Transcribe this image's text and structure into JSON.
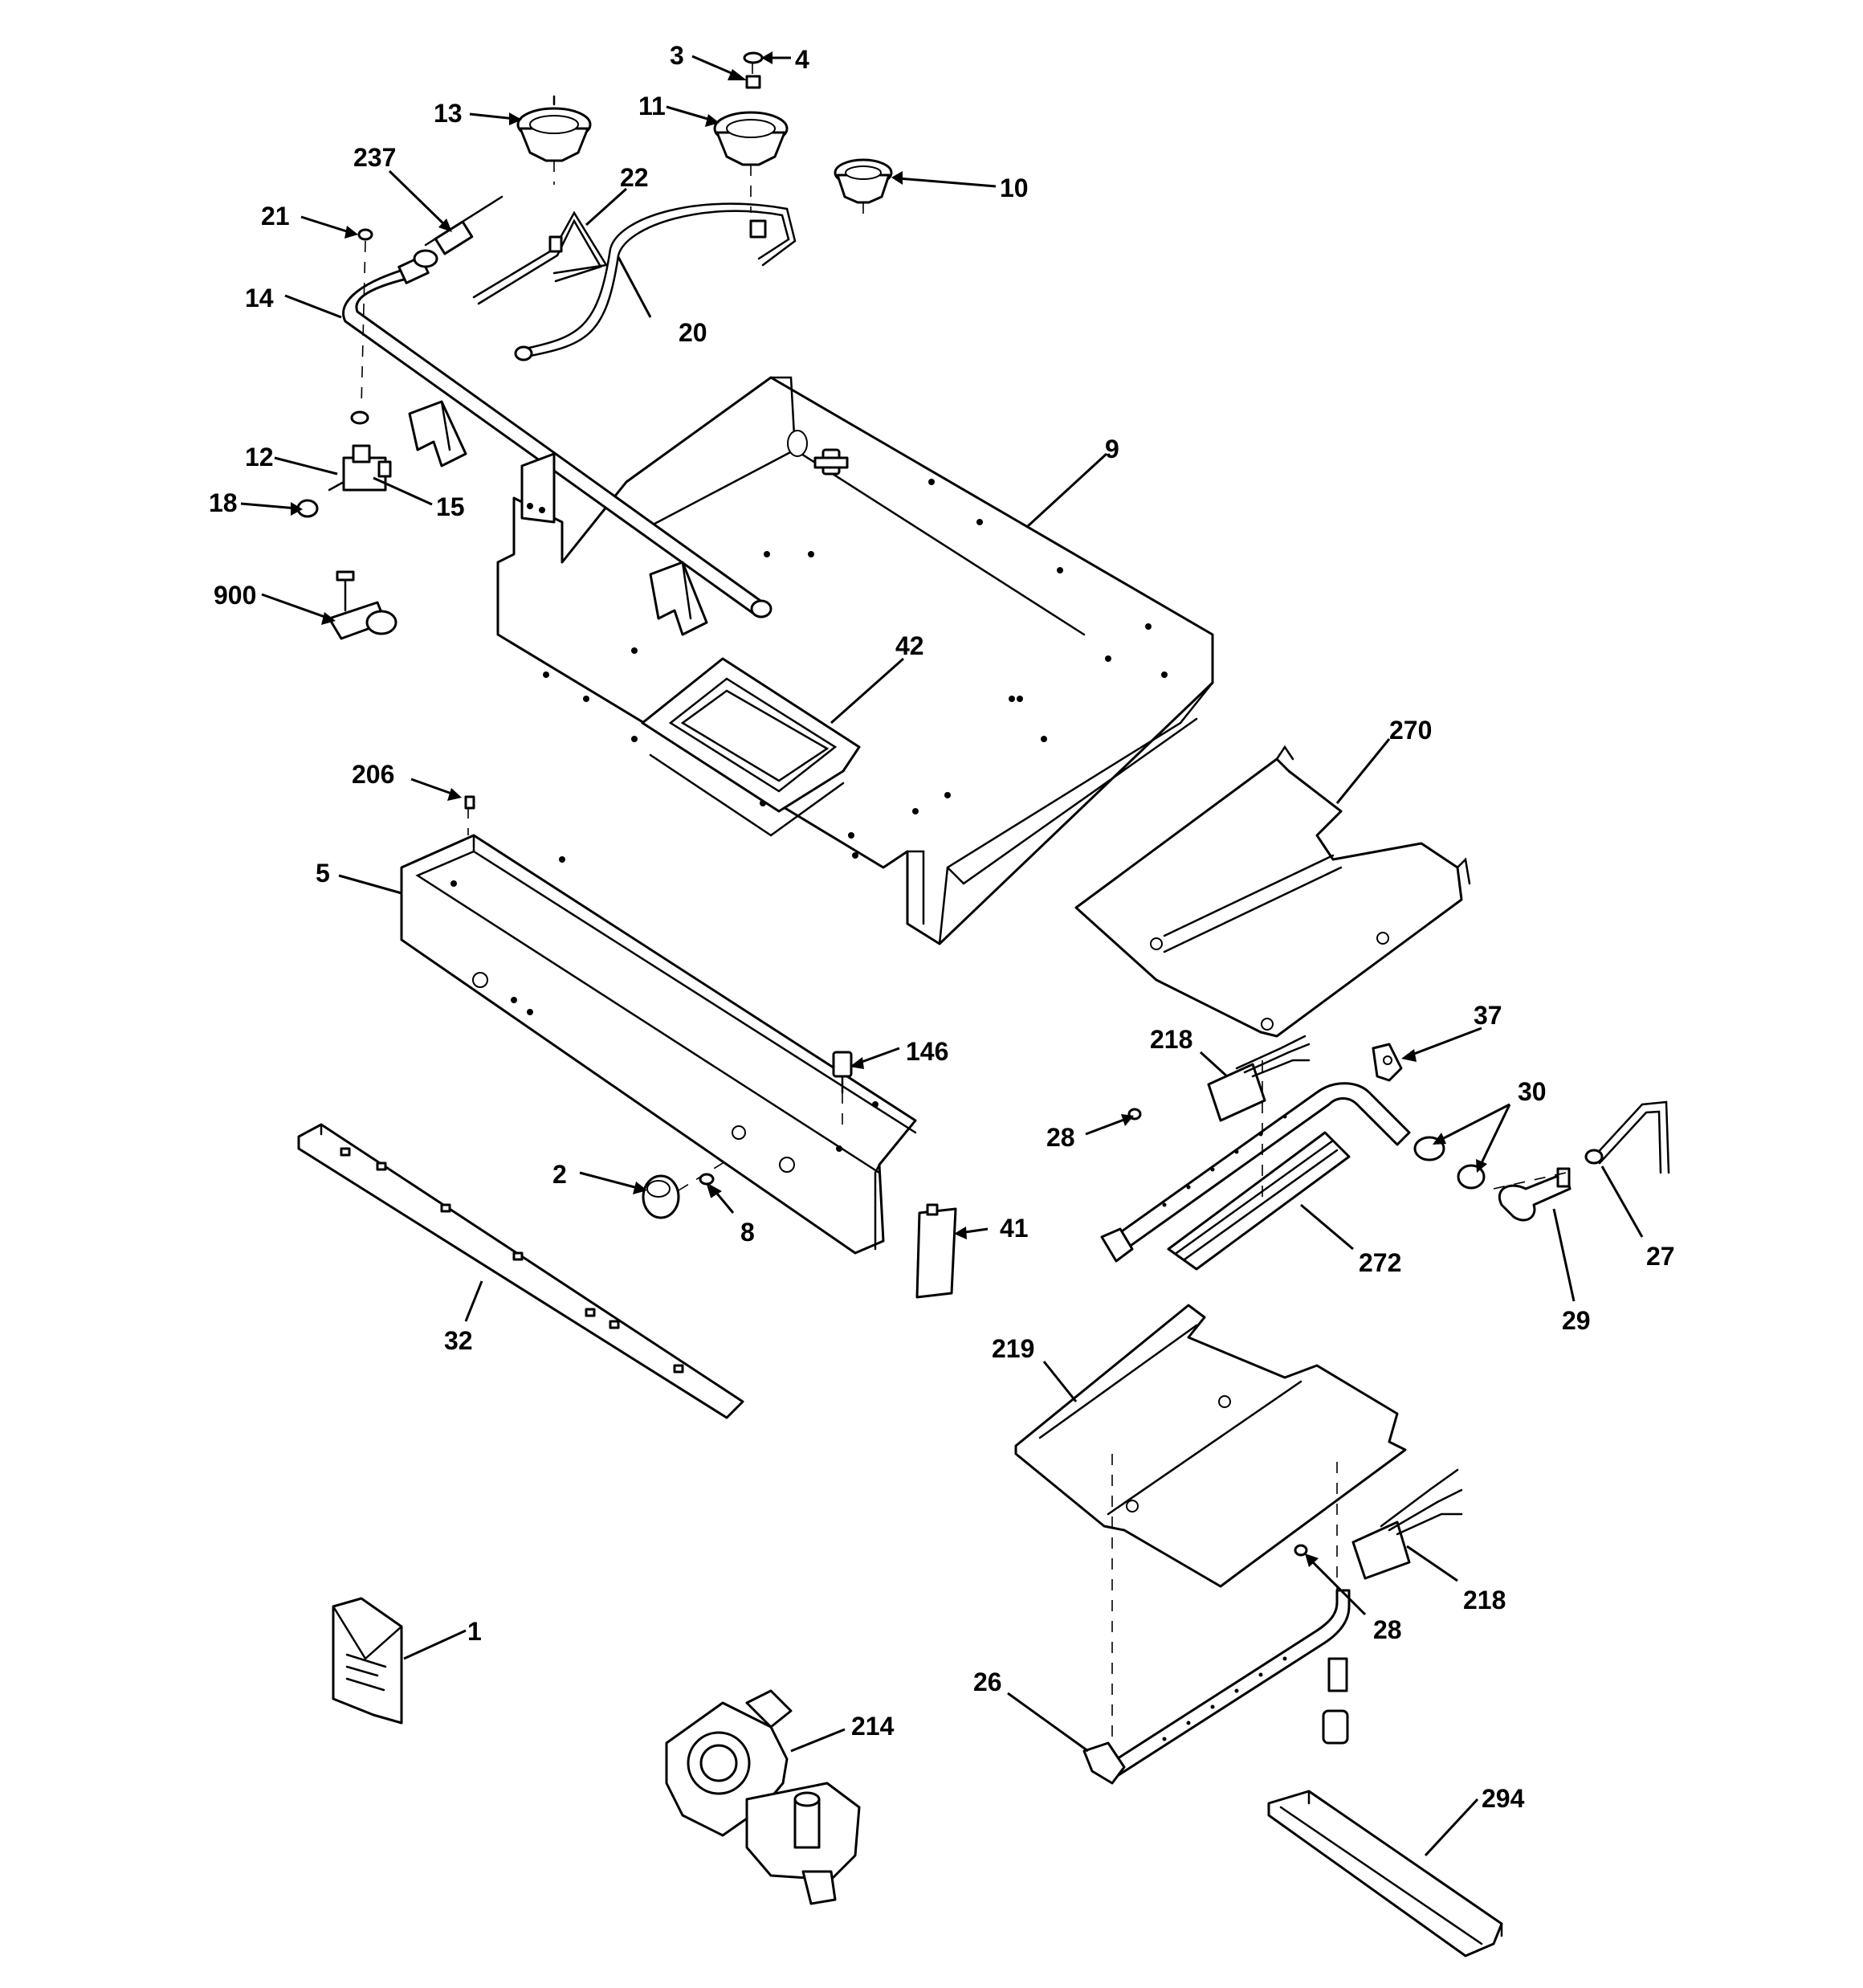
{
  "callouts": [
    {
      "id": "c1",
      "text": "1"
    },
    {
      "id": "c2",
      "text": "2"
    },
    {
      "id": "c3",
      "text": "3"
    },
    {
      "id": "c4",
      "text": "4"
    },
    {
      "id": "c5",
      "text": "5"
    },
    {
      "id": "c8",
      "text": "8"
    },
    {
      "id": "c9",
      "text": "9"
    },
    {
      "id": "c10",
      "text": "10"
    },
    {
      "id": "c11",
      "text": "11"
    },
    {
      "id": "c12",
      "text": "12"
    },
    {
      "id": "c13",
      "text": "13"
    },
    {
      "id": "c14",
      "text": "14"
    },
    {
      "id": "c15",
      "text": "15"
    },
    {
      "id": "c18",
      "text": "18"
    },
    {
      "id": "c20",
      "text": "20"
    },
    {
      "id": "c21",
      "text": "21"
    },
    {
      "id": "c22",
      "text": "22"
    },
    {
      "id": "c26",
      "text": "26"
    },
    {
      "id": "c27",
      "text": "27"
    },
    {
      "id": "c28a",
      "text": "28"
    },
    {
      "id": "c28b",
      "text": "28"
    },
    {
      "id": "c29",
      "text": "29"
    },
    {
      "id": "c30",
      "text": "30"
    },
    {
      "id": "c32",
      "text": "32"
    },
    {
      "id": "c37",
      "text": "37"
    },
    {
      "id": "c41",
      "text": "41"
    },
    {
      "id": "c42",
      "text": "42"
    },
    {
      "id": "c146",
      "text": "146"
    },
    {
      "id": "c206",
      "text": "206"
    },
    {
      "id": "c214",
      "text": "214"
    },
    {
      "id": "c218a",
      "text": "218"
    },
    {
      "id": "c218b",
      "text": "218"
    },
    {
      "id": "c219",
      "text": "219"
    },
    {
      "id": "c237",
      "text": "237"
    },
    {
      "id": "c270",
      "text": "270"
    },
    {
      "id": "c272",
      "text": "272"
    },
    {
      "id": "c294",
      "text": "294"
    },
    {
      "id": "c900",
      "text": "900"
    }
  ]
}
